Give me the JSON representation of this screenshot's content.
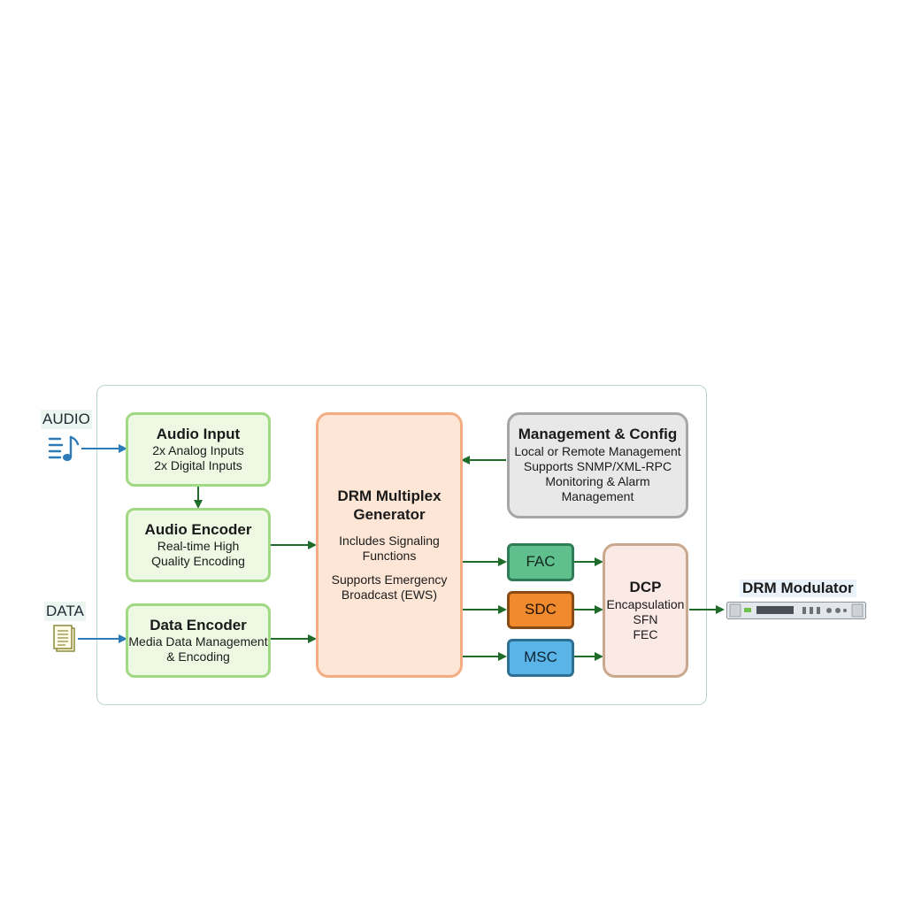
{
  "inputs": {
    "audio_label": "AUDIO",
    "data_label": "DATA"
  },
  "blocks": {
    "audio_input": {
      "title": "Audio Input",
      "lines": [
        "2x Analog Inputs",
        "2x Digital Inputs"
      ]
    },
    "audio_encoder": {
      "title": "Audio Encoder",
      "lines": [
        "Real-time High",
        "Quality Encoding"
      ]
    },
    "data_encoder": {
      "title": "Data Encoder",
      "lines": [
        "Media Data Management",
        "& Encoding"
      ]
    },
    "multiplex": {
      "title_lines": [
        "DRM Multiplex",
        "Generator"
      ],
      "lines": [
        "Includes Signaling",
        "Functions",
        "Supports Emergency",
        "Broadcast (EWS)"
      ]
    },
    "management": {
      "title": "Management & Config",
      "lines": [
        "Local or Remote Management",
        "Supports SNMP/XML-RPC",
        "Monitoring & Alarm",
        "Management"
      ]
    },
    "fac": {
      "title": "FAC"
    },
    "sdc": {
      "title": "SDC"
    },
    "msc": {
      "title": "MSC"
    },
    "dcp": {
      "title": "DCP",
      "lines": [
        "Encapsulation",
        "SFN",
        "FEC"
      ]
    }
  },
  "output": {
    "label": "DRM Modulator"
  },
  "colors": {
    "arrow_green": "#1e6b2a",
    "arrow_blue": "#2a7bb8",
    "frame": "#b9d7c9"
  },
  "icons": {
    "audio": "music-note-icon",
    "data": "document-icon",
    "modulator": "rack-unit-icon"
  }
}
